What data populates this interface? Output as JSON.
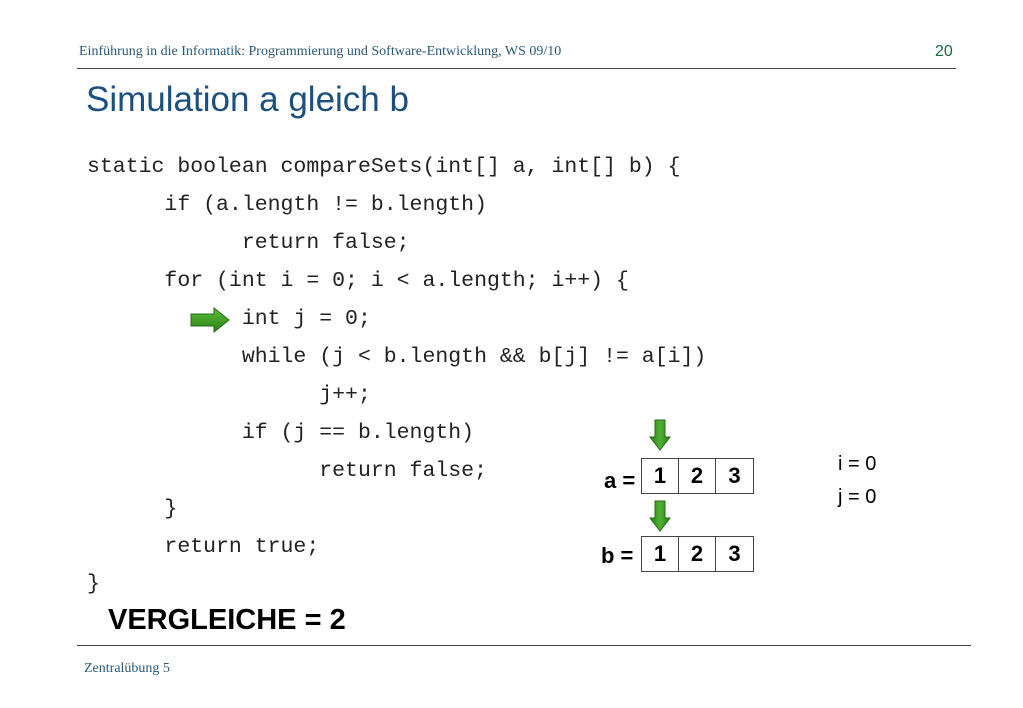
{
  "header": {
    "course": "Einführung in die Informatik: Programmierung und Software-Entwicklung, WS 09/10",
    "page_number": "20"
  },
  "slide": {
    "title": "Simulation a gleich b"
  },
  "code_lines": [
    "static boolean compareSets(int[] a, int[] b) {",
    "      if (a.length != b.length)",
    "            return false;",
    "      for (int i = 0; i < a.length; i++) {",
    "            int j = 0;",
    "            while (j < b.length && b[j] != a[i])",
    "                  j++;",
    "            if (j == b.length)",
    "                  return false;",
    "      }",
    "      return true;",
    "}"
  ],
  "arrays": {
    "a": {
      "label": "a =",
      "values": [
        "1",
        "2",
        "3"
      ],
      "pointer_index": 0
    },
    "b": {
      "label": "b =",
      "values": [
        "1",
        "2",
        "3"
      ],
      "pointer_index": 0
    }
  },
  "variables": {
    "i": "i = 0",
    "j": "j = 0"
  },
  "counter": "VERGLEICHE = 2",
  "footer": {
    "text": "Zentralübung 5"
  },
  "colors": {
    "arrow_green": "#2e8b1e",
    "title_blue": "#1b4f80"
  },
  "icons": {
    "current_line": "green-right-arrow",
    "array_pointer": "green-down-arrow"
  }
}
